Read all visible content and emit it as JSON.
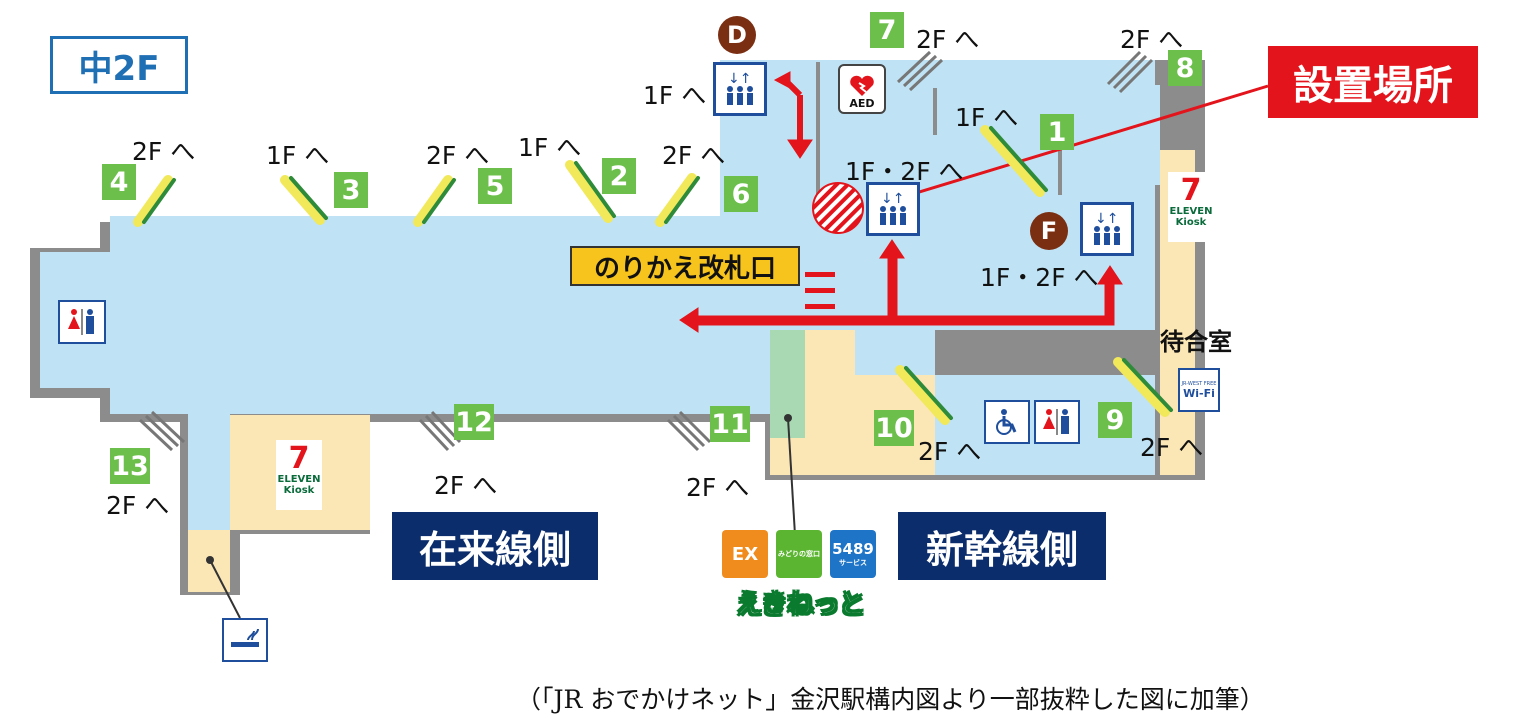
{
  "floor_label": "中2F",
  "callout_label": "設置場所",
  "gate_label": "のりかえ改札口",
  "side_labels": {
    "conventional": "在来線側",
    "shinkansen": "新幹線側"
  },
  "waiting_room": "待合室",
  "elevator_markers": {
    "d": "D",
    "f": "F"
  },
  "elevator_destinations": {
    "d": "1F へ",
    "center": "1F・2F へ",
    "f": "1F・2F へ"
  },
  "aed_label": "AED",
  "kiosk": {
    "brand": "7",
    "line1": "ELEVEN",
    "line2": "Kiosk"
  },
  "wifi": {
    "line1": "JR-WEST FREE",
    "line2": "Wi-Fi"
  },
  "ticket_services": {
    "ex": "EX",
    "midori": "みどりの窓口",
    "num": "5489",
    "num_sub": "サービス",
    "ekinet": "えきねっと"
  },
  "stairs": [
    {
      "number": "1",
      "dest": "1F へ"
    },
    {
      "number": "2",
      "dest": "1F へ"
    },
    {
      "number": "3",
      "dest": "1F へ"
    },
    {
      "number": "4",
      "dest": "2F へ"
    },
    {
      "number": "5",
      "dest": "2F へ"
    },
    {
      "number": "6",
      "dest": "2F へ"
    },
    {
      "number": "7",
      "dest": "2F へ"
    },
    {
      "number": "8",
      "dest": "2F へ"
    },
    {
      "number": "9",
      "dest": "2F へ"
    },
    {
      "number": "10",
      "dest": "2F へ"
    },
    {
      "number": "11",
      "dest": "2F へ"
    },
    {
      "number": "12",
      "dest": "2F へ"
    },
    {
      "number": "13",
      "dest": "2F へ"
    }
  ],
  "caption": "（「JR おでかけネット」金沢駅構内図より一部抜粋した図に加筆）",
  "colors": {
    "concourse": "#bfe3f4",
    "shop": "#fbe7b5",
    "wall": "#8c8c8c",
    "arrow": "#e3141b",
    "stair_number": "#6cbf4a",
    "label_navy": "#0c2d6b"
  }
}
